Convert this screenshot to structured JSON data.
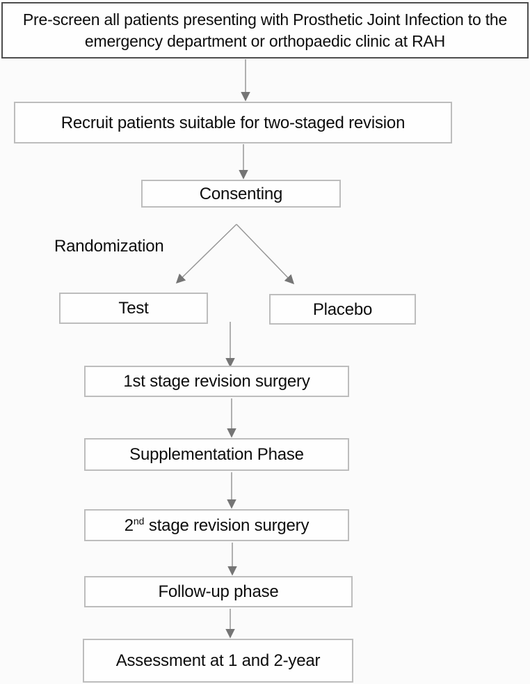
{
  "flowchart": {
    "boxes": {
      "prescreen": "Pre-screen all patients presenting with Prosthetic Joint Infection to the emergency department or orthopaedic clinic at RAH",
      "recruit": "Recruit patients suitable for two-staged revision",
      "consenting": "Consenting",
      "test": "Test",
      "placebo": "Placebo",
      "stage1": "1st stage revision surgery",
      "supplementation": "Supplementation Phase",
      "stage2_base": "2",
      "stage2_sup": "nd",
      "stage2_rest": " stage revision surgery",
      "followup": "Follow-up phase",
      "assessment": "Assessment at 1 and 2-year"
    },
    "labels": {
      "randomization": "Randomization"
    },
    "colors": {
      "arrow_line": "#979797",
      "arrow_head": "#757575",
      "box_border": "#bdbdbd",
      "top_box_border": "#4d4d4d",
      "box_fill": "#fefefe",
      "background": "#fbfbfb",
      "text": "#0d0d0d"
    }
  }
}
